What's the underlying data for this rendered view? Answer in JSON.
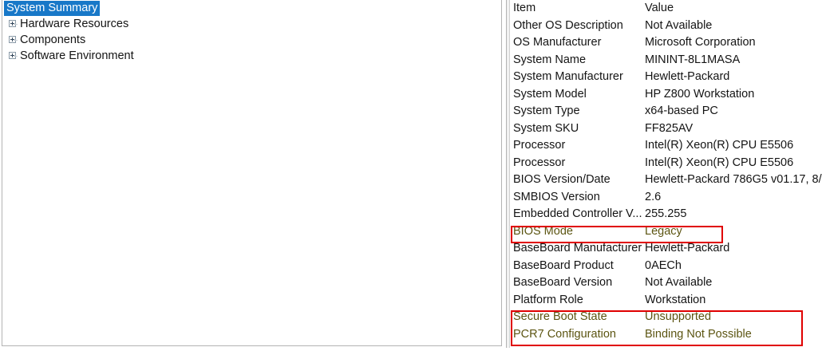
{
  "tree": {
    "selected": "System Summary",
    "items": [
      {
        "label": "System Summary",
        "expandable": false,
        "selected": true
      },
      {
        "label": "Hardware Resources",
        "expandable": true,
        "selected": false
      },
      {
        "label": "Components",
        "expandable": true,
        "selected": false
      },
      {
        "label": "Software Environment",
        "expandable": true,
        "selected": false
      }
    ]
  },
  "list": {
    "columns": {
      "item": "Item",
      "value": "Value"
    },
    "rows": [
      {
        "item": "Other OS Description",
        "value": "Not Available",
        "flagged": false
      },
      {
        "item": "OS Manufacturer",
        "value": "Microsoft Corporation",
        "flagged": false
      },
      {
        "item": "System Name",
        "value": "MININT-8L1MASA",
        "flagged": false
      },
      {
        "item": "System Manufacturer",
        "value": "Hewlett-Packard",
        "flagged": false
      },
      {
        "item": "System Model",
        "value": "HP Z800 Workstation",
        "flagged": false
      },
      {
        "item": "System Type",
        "value": "x64-based PC",
        "flagged": false
      },
      {
        "item": "System SKU",
        "value": "FF825AV",
        "flagged": false
      },
      {
        "item": "Processor",
        "value": "Intel(R) Xeon(R) CPU          E5506",
        "flagged": false
      },
      {
        "item": "Processor",
        "value": "Intel(R) Xeon(R) CPU          E5506",
        "flagged": false
      },
      {
        "item": "BIOS Version/Date",
        "value": "Hewlett-Packard 786G5 v01.17, 8/",
        "flagged": false
      },
      {
        "item": "SMBIOS Version",
        "value": "2.6",
        "flagged": false
      },
      {
        "item": "Embedded Controller V...",
        "value": "255.255",
        "flagged": false
      },
      {
        "item": "BIOS Mode",
        "value": "Legacy",
        "flagged": true
      },
      {
        "item": "BaseBoard Manufacturer",
        "value": "Hewlett-Packard",
        "flagged": false
      },
      {
        "item": "BaseBoard Product",
        "value": "0AECh",
        "flagged": false
      },
      {
        "item": "BaseBoard Version",
        "value": "Not Available",
        "flagged": false
      },
      {
        "item": "Platform Role",
        "value": "Workstation",
        "flagged": false
      },
      {
        "item": "Secure Boot State",
        "value": "Unsupported",
        "flagged": true
      },
      {
        "item": "PCR7 Configuration",
        "value": "Binding Not Possible",
        "flagged": true
      }
    ]
  },
  "annotations": {
    "color": "#e00000",
    "boxes": [
      {
        "name": "bios-mode-highlight",
        "targets": [
          "BIOS Mode"
        ]
      },
      {
        "name": "secure-boot-highlight",
        "targets": [
          "Secure Boot State",
          "PCR7 Configuration"
        ]
      }
    ]
  },
  "colors": {
    "selection": "#1878c8",
    "selection_text": "#ffffff",
    "text": "#141414",
    "flagged_text": "#5c5512",
    "annotation_red": "#e00000",
    "border": "#b3b3b3"
  }
}
